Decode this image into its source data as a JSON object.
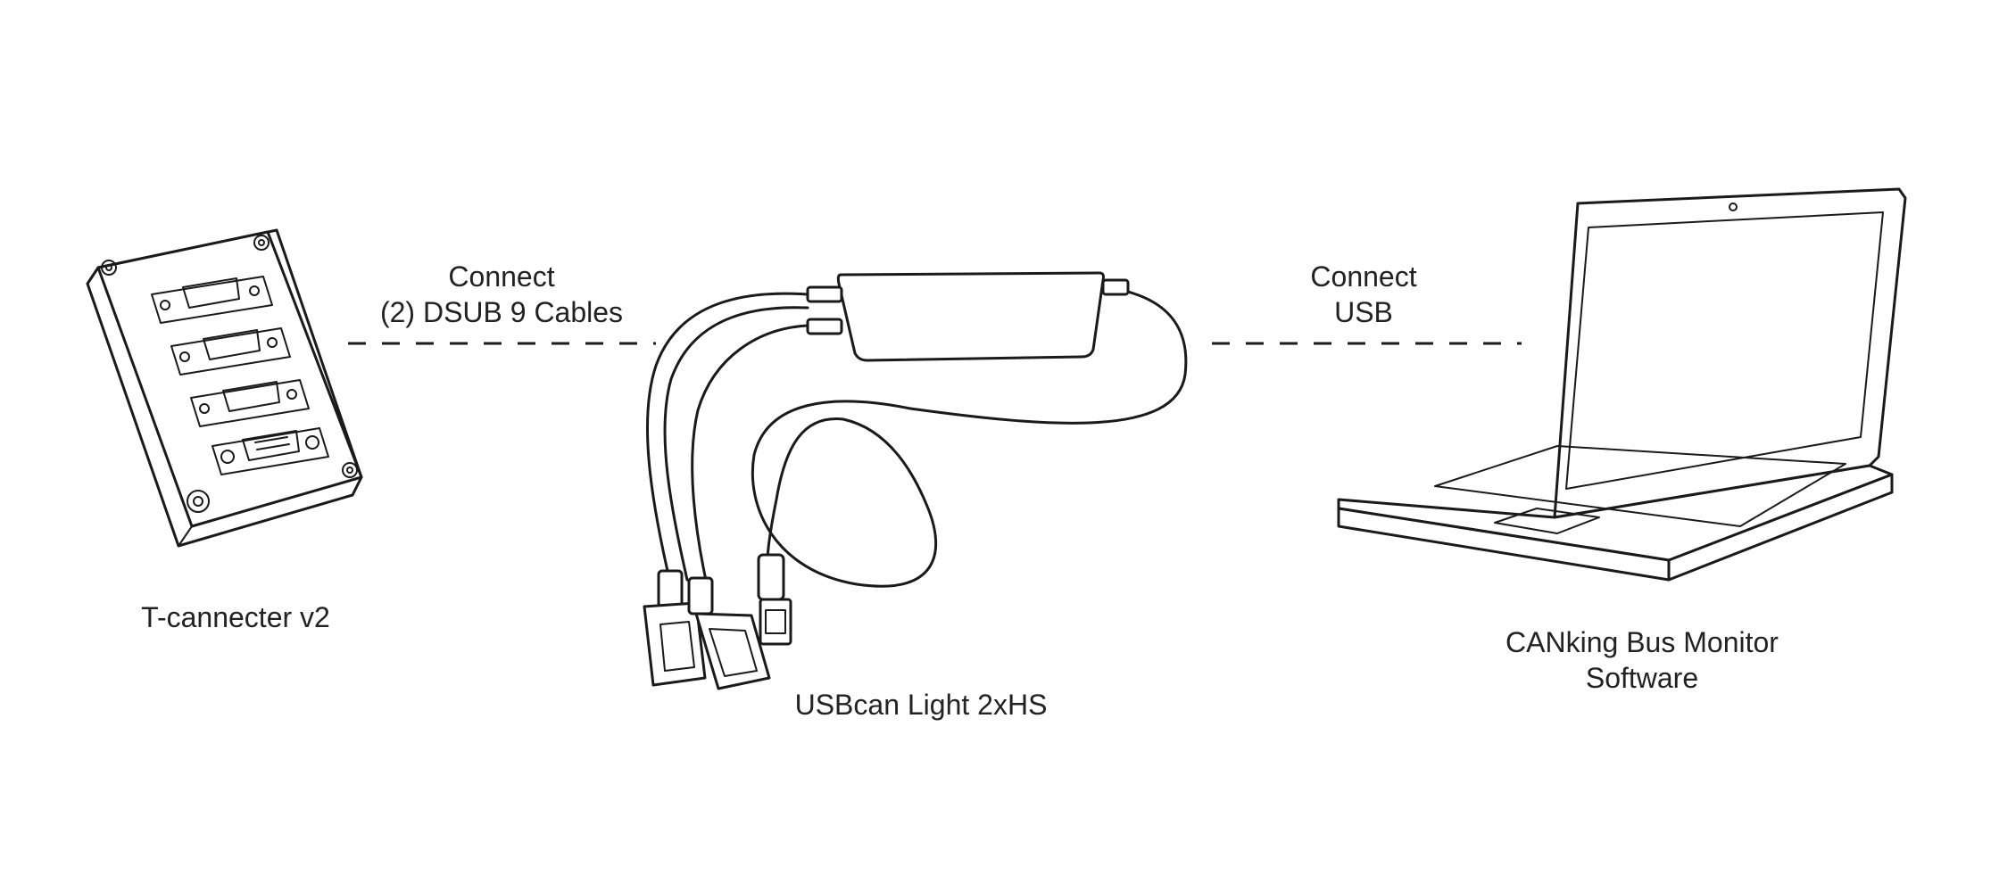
{
  "devices": {
    "t_connector": {
      "label": "T-cannecter v2"
    },
    "usbcan": {
      "label": "USBcan Light 2xHS"
    },
    "laptop": {
      "label_line1": "CANking Bus Monitor",
      "label_line2": "Software"
    }
  },
  "connections": {
    "dsub": {
      "line1": "Connect",
      "line2": "(2) DSUB 9 Cables"
    },
    "usb": {
      "line1": "Connect",
      "line2": "USB"
    }
  }
}
